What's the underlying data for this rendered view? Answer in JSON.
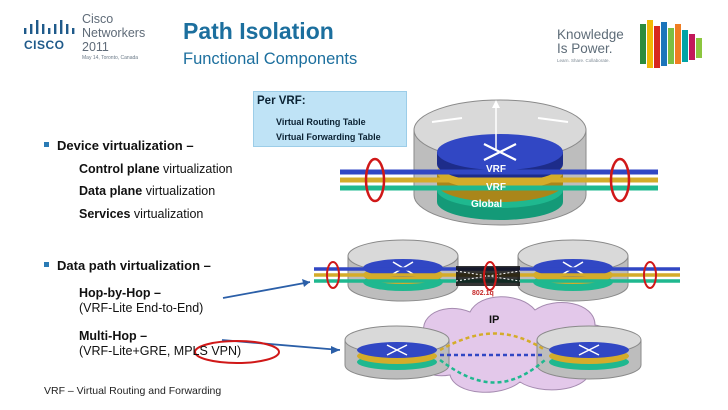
{
  "header": {
    "cisco_wordmark": "CISCO",
    "event_name": "Cisco\nNetworkers 2011",
    "event_date": "May 14, Toronto, Canada",
    "title": "Path Isolation",
    "subtitle": "Functional Components",
    "partner_tagline": "Knowledge\nIs Power.",
    "partner_subtext": "Learn. Share. Collaborate."
  },
  "per_vrf_box": {
    "title": "Per VRF:",
    "line1": "Virtual Routing Table",
    "line2": "Virtual Forwarding Table"
  },
  "bullets": {
    "device_virtualization": {
      "label": "Device virtualization –",
      "items": [
        {
          "bold": "Control plane",
          "rest": " virtualization"
        },
        {
          "bold": "Data plane",
          "rest": " virtualization"
        },
        {
          "bold": "Services",
          "rest": " virtualization"
        }
      ]
    },
    "data_path_virtualization": {
      "label": "Data path virtualization –",
      "hop_by_hop": {
        "bold": "Hop-by-Hop –",
        "rest": "(VRF-Lite End-to-End)"
      },
      "multi_hop": {
        "bold": "Multi-Hop –",
        "rest": "(VRF-Lite+GRE, MPLS VPN)"
      }
    }
  },
  "diagram": {
    "router_labels": [
      "VRF",
      "VRF",
      "Global"
    ],
    "link_label": "802.1q",
    "cloud_label": "IP",
    "colors": {
      "vrf_blue": "#2a3fb8",
      "vrf_yellow": "#c9a227",
      "global_green": "#1aa583",
      "router_gray": "#c8c8c8",
      "isolation_ring": "#d01818",
      "cloud_fill": "#e3c8ea"
    }
  },
  "footnote": "VRF – Virtual Routing and Forwarding"
}
